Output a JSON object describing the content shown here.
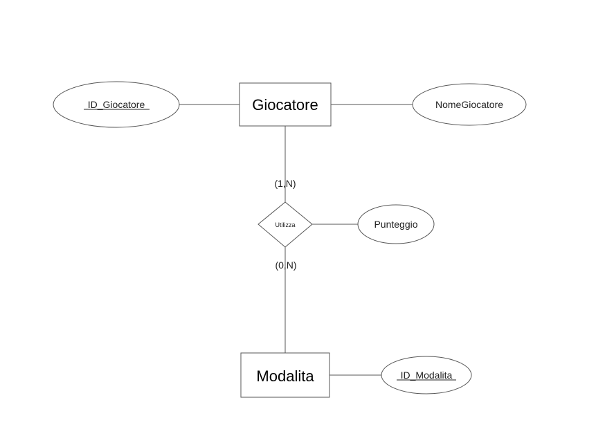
{
  "entities": {
    "giocatore": "Giocatore",
    "modalita": "Modalita"
  },
  "attributes": {
    "id_giocatore": "ID_Giocatore",
    "nome_giocatore": "NomeGiocatore",
    "punteggio": "Punteggio",
    "id_modalita": "ID_Modalita"
  },
  "relationship": {
    "label": "Utilizza"
  },
  "cardinalities": {
    "giocatore_side": "(1,N)",
    "modalita_side": "(0,N)"
  }
}
